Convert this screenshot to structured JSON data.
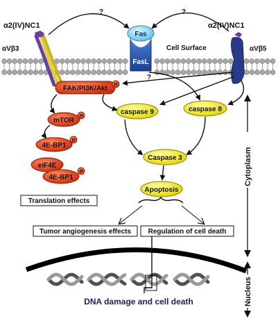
{
  "labels": {
    "a2_left": "α2(IV)NC1",
    "a2_right": "α2(IV)NC1",
    "avb3": "αVβ3",
    "avb5": "αVβ5",
    "q1": "?",
    "q2": "?",
    "q3": "?",
    "fas": "Fas",
    "fasl": "FasL",
    "cell_surface": "Cell Surface",
    "cytoplasm": "Cytoplasm",
    "nucleus": "Nucleus",
    "translation": "Translation effects",
    "tumor": "Tumor angiogenesis effects",
    "regulation": "Regulation of cell death",
    "dna": "DNA damage and cell death",
    "p": "P"
  },
  "nodes": {
    "fak": "FAK/PI3K/Akt",
    "mtor": "mTOR",
    "bp1a": "4E-BP1",
    "eif4e": "eIF4E",
    "bp1b": "4E-BP1",
    "casp9": "caspase 9",
    "casp8": "caspase 8",
    "casp3": "Caspase 3",
    "apoptosis": "Apoptosis"
  },
  "colors": {
    "red_node": "#e8401c",
    "yellow_node": "#f4ee2a",
    "membrane": "#9a9a9a",
    "fas_blue": "#7fd0ef",
    "fasl_blue": "#2f5fb5",
    "integrin_yellow": "#d8c33a",
    "integrin_purple": "#5a3a8a",
    "dna_text": "#222255"
  }
}
